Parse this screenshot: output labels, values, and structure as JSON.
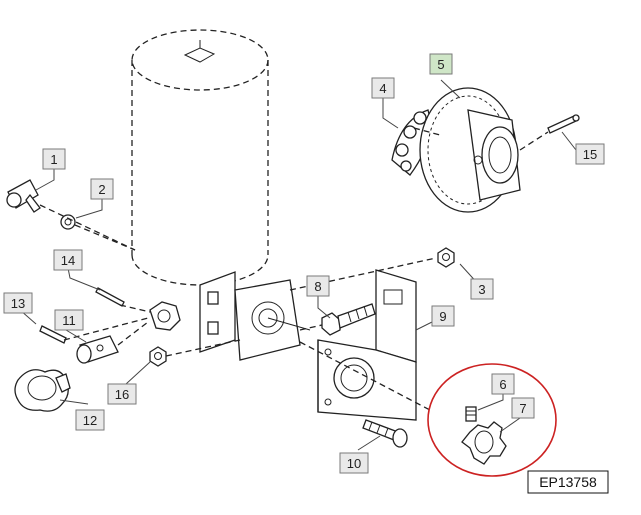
{
  "diagram": {
    "reference_code": "EP13758",
    "callouts": [
      {
        "id": "c1",
        "label": "1",
        "fill": "#e9e9e9",
        "stroke": "#777777"
      },
      {
        "id": "c2",
        "label": "2",
        "fill": "#e9e9e9",
        "stroke": "#777777"
      },
      {
        "id": "c3",
        "label": "3",
        "fill": "#e9e9e9",
        "stroke": "#777777"
      },
      {
        "id": "c4",
        "label": "4",
        "fill": "#e9e9e9",
        "stroke": "#777777"
      },
      {
        "id": "c5",
        "label": "5",
        "fill": "#cfe6c7",
        "stroke": "#4f8f45"
      },
      {
        "id": "c6",
        "label": "6",
        "fill": "#e9e9e9",
        "stroke": "#777777"
      },
      {
        "id": "c7",
        "label": "7",
        "fill": "#e9e9e9",
        "stroke": "#777777"
      },
      {
        "id": "c8",
        "label": "8",
        "fill": "#e9e9e9",
        "stroke": "#777777"
      },
      {
        "id": "c9",
        "label": "9",
        "fill": "#e9e9e9",
        "stroke": "#777777"
      },
      {
        "id": "c10",
        "label": "10",
        "fill": "#e9e9e9",
        "stroke": "#777777"
      },
      {
        "id": "c11",
        "label": "11",
        "fill": "#e9e9e9",
        "stroke": "#777777"
      },
      {
        "id": "c12",
        "label": "12",
        "fill": "#e9e9e9",
        "stroke": "#777777"
      },
      {
        "id": "c13",
        "label": "13",
        "fill": "#e9e9e9",
        "stroke": "#777777"
      },
      {
        "id": "c14",
        "label": "14",
        "fill": "#e9e9e9",
        "stroke": "#777777"
      },
      {
        "id": "c15",
        "label": "15",
        "fill": "#e9e9e9",
        "stroke": "#777777"
      },
      {
        "id": "c16",
        "label": "16",
        "fill": "#e9e9e9",
        "stroke": "#777777"
      }
    ],
    "colors": {
      "line": "#222222",
      "highlight_ring": "#cc2222",
      "highlighted_callout": "#4f8f45"
    }
  }
}
